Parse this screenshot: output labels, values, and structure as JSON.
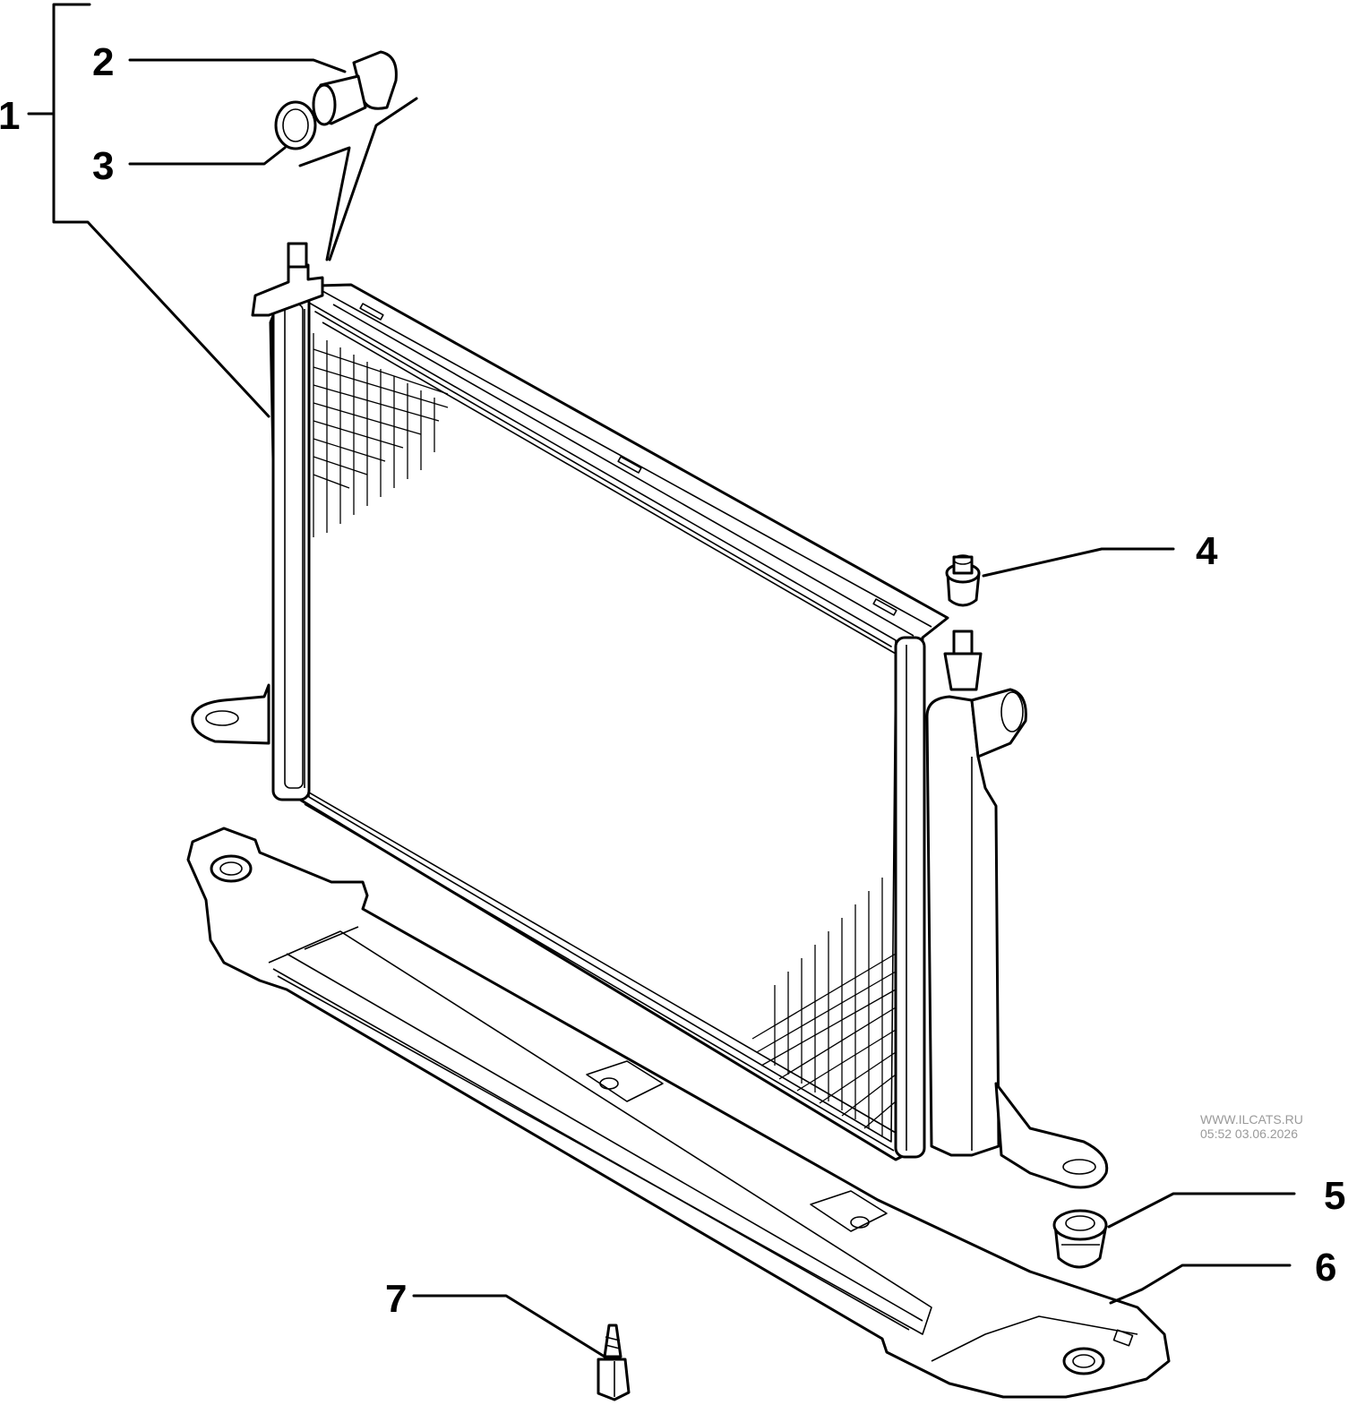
{
  "callouts": [
    "1",
    "2",
    "3",
    "4",
    "5",
    "6",
    "7"
  ],
  "watermark": {
    "site": "WWW.ILCATS.RU",
    "timestamp": "05:52 03.06.2026"
  },
  "colors": {
    "line": "#000000",
    "background": "#ffffff",
    "watermark": "#9a9a9a"
  }
}
